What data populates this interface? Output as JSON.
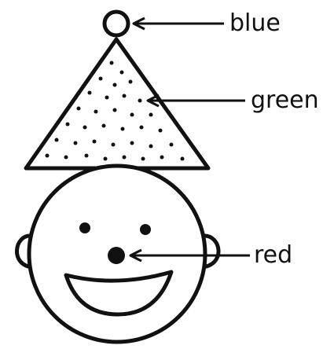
{
  "labels": {
    "hat_tip": "blue",
    "hat": "green",
    "nose": "red"
  },
  "colors": {
    "ink": "#111111",
    "background": "#ffffff"
  }
}
